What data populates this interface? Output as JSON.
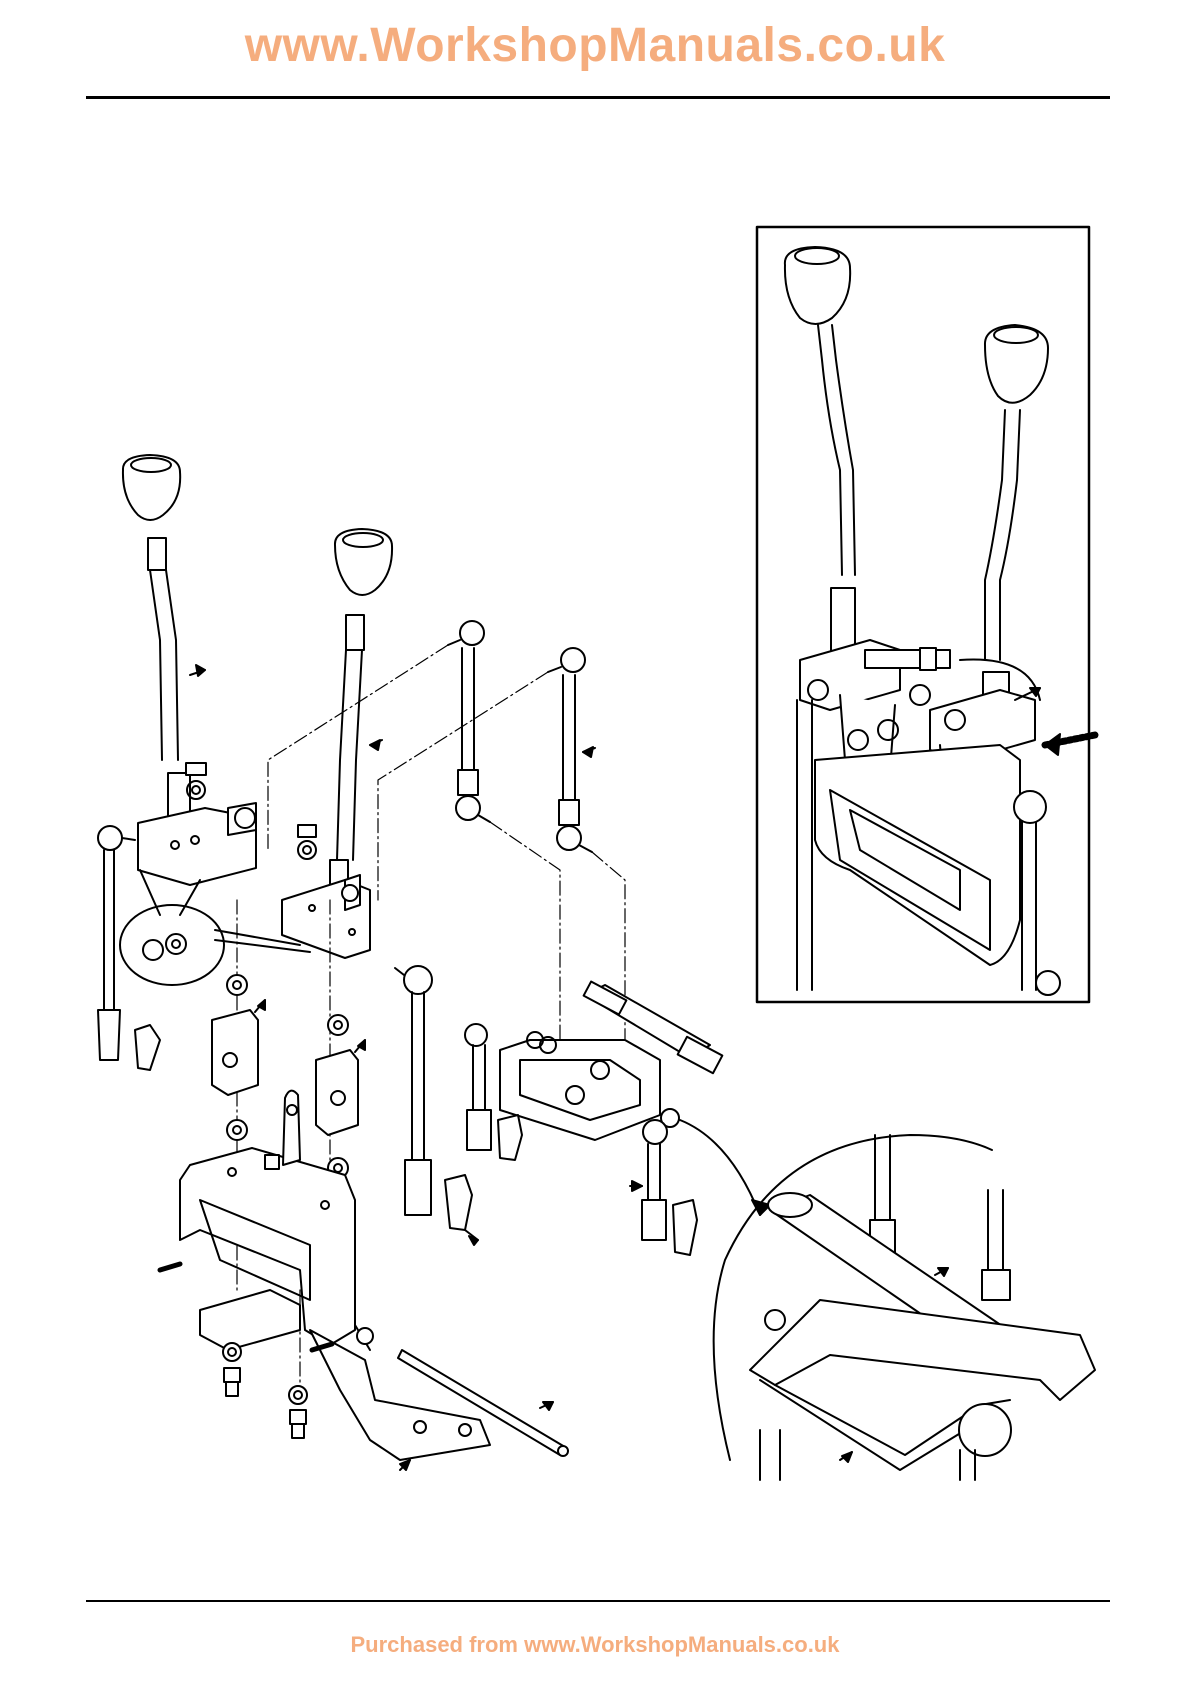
{
  "header": {
    "site_title": "www.WorkshopManuals.co.uk"
  },
  "footer": {
    "purchase_note": "Purchased from www.WorkshopManuals.co.uk"
  },
  "figure": {
    "subject": "gear-lever-linkage-exploded-view",
    "inset_views": [
      "assembled-levers-detail",
      "cross-shaft-detail"
    ]
  }
}
